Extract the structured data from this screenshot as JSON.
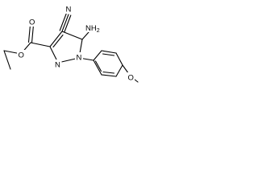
{
  "molecule": {
    "atom_labels": {
      "nitrile_nitrogen": "N",
      "amino": "NH",
      "amino_subscript": "2",
      "carbonyl_oxygen": "O",
      "ester_oxygen": "O",
      "pyrazole_n2": "N",
      "pyrazole_n1": "N",
      "methoxy_oxygen": "O"
    },
    "bond_color": "#000000",
    "background_color": "#ffffff"
  }
}
